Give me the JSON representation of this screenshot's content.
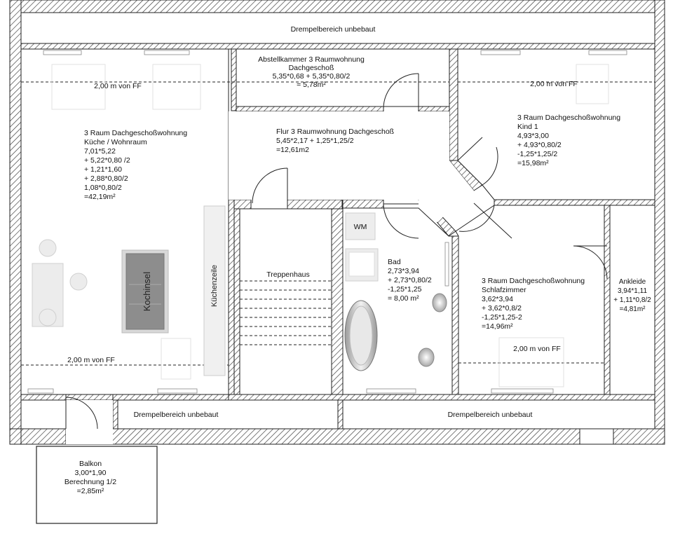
{
  "rooms": {
    "drempel_top": "Drempelbereich unbebaut",
    "drempel_bottom_left": "Drempelbereich unbebaut",
    "drempel_bottom_right": "Drempelbereich unbebaut",
    "abstellkammer": {
      "lines": [
        "Abstellkammer 3 Raumwohnung",
        "Dachgeschoß",
        "5,35*0,68 + 5,35*0,80/2",
        "= 5,78m²"
      ]
    },
    "kueche": {
      "lines": [
        "3 Raum Dachgeschoßwohnung",
        "Küche / Wohnraum",
        "7,01*5,22",
        "+ 5,22*0,80 /2",
        "+ 1,21*1,60",
        "+ 2,88*0,80/2",
        "1,08*0,80/2",
        "=42,19m²"
      ]
    },
    "flur": {
      "lines": [
        "Flur 3 Raumwohnung Dachgeschoß",
        "5,45*2,17 + 1,25*1,25/2",
        "=12,61m2"
      ]
    },
    "kind": {
      "lines": [
        "3 Raum Dachgeschoßwohnung",
        "Kind 1",
        "4,93*3,00",
        "+ 4,93*0,80/2",
        "-1,25*1,25/2",
        "=15,98m²"
      ]
    },
    "treppenhaus": "Treppenhaus",
    "bad": {
      "lines": [
        "Bad",
        "2,73*3,94",
        "+ 2,73*0,80/2",
        "-1,25*1,25",
        "= 8,00 m²"
      ]
    },
    "schlafzimmer": {
      "lines": [
        "3 Raum Dachgeschoßwohnung",
        "Schlafzimmer",
        "3,62*3,94",
        "+ 3,62*0,8/2",
        "-1,25*1,25-2",
        "=14,96m²"
      ]
    },
    "ankleide": {
      "lines": [
        "Ankleide",
        "3,94*1,11",
        "+ 1,11*0,8/2",
        "=4,81m²"
      ]
    },
    "balkon": {
      "lines": [
        "Balkon",
        "3,00*1,90",
        "Berechnung 1/2",
        "=2,85m²"
      ]
    }
  },
  "height_marks": {
    "kueche_top": "2,00 m von FF",
    "kind_top": "2,00 m von FF",
    "kueche_bottom": "2,00 m von FF",
    "schlafzimmer_bottom": "2,00 m von FF"
  },
  "fixtures": {
    "wm": "WM",
    "kochinsel": "Kochinsel",
    "kuechenzeile": "Küchenzeile"
  }
}
